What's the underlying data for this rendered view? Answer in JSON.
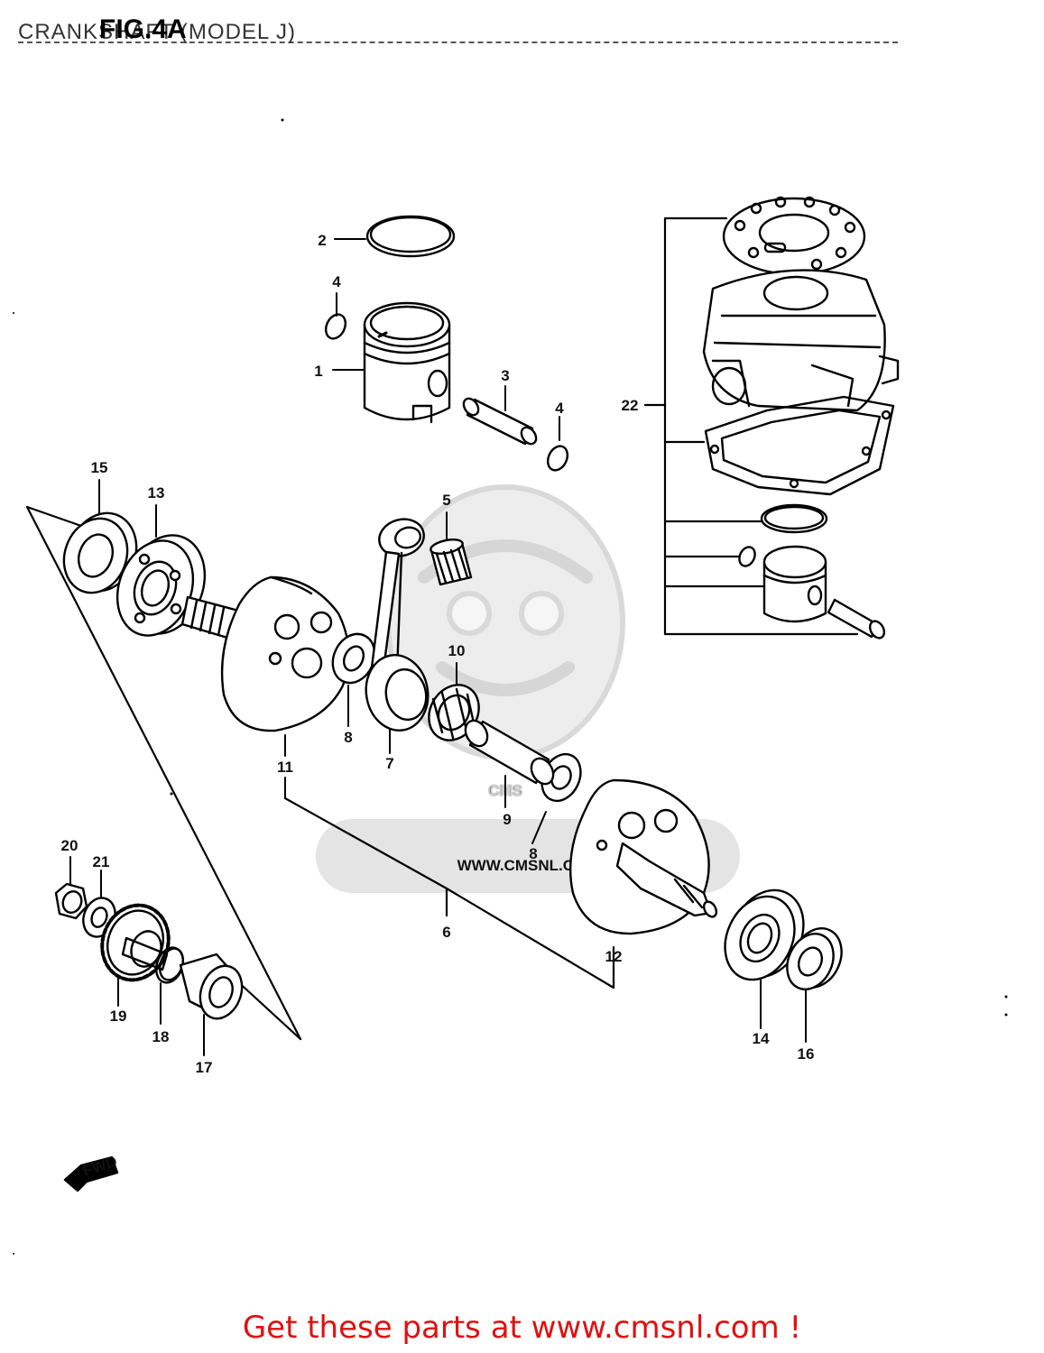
{
  "header": {
    "subtitle": "CRANKSHAFT (MODEL J)",
    "figure_label": "FIG.4A"
  },
  "watermark": {
    "brand": "CMS",
    "url": "WWW.CMSNL.COM"
  },
  "fwd_badge": "FWD",
  "callouts": [
    "2",
    "4",
    "1",
    "3",
    "4",
    "22",
    "15",
    "13",
    "5",
    "10",
    "8",
    "7",
    "11",
    "9",
    "8",
    "6",
    "12",
    "20",
    "21",
    "19",
    "18",
    "17",
    "14",
    "16"
  ],
  "footer": {
    "text": "Get these parts at www.cmsnl.com !"
  },
  "colors": {
    "footer_text": "#e01010",
    "line_art": "#000000",
    "watermark": "#d6d6d6"
  }
}
